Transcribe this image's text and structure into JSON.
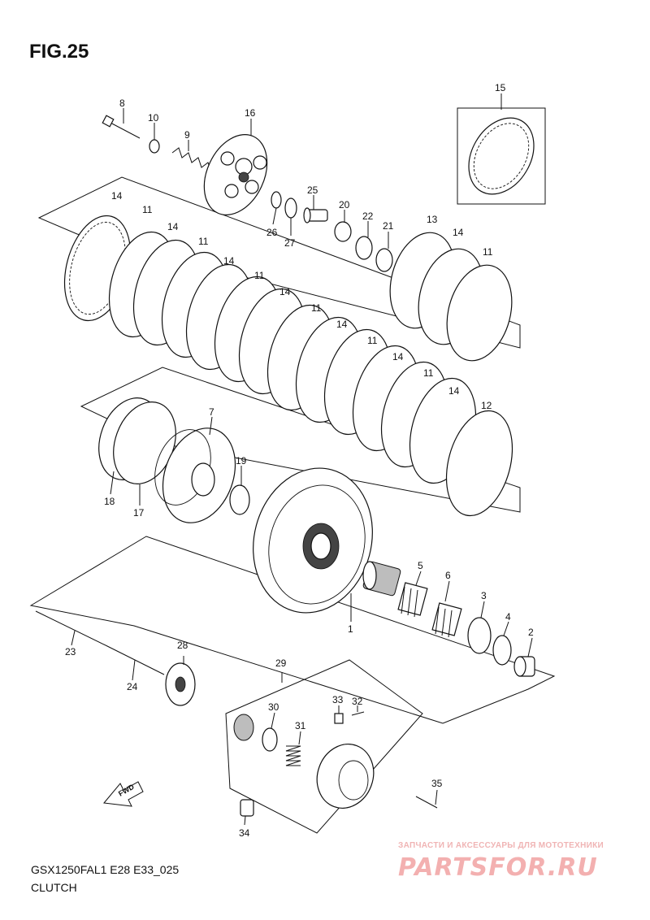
{
  "figure": {
    "title": "FIG.25",
    "model_code": "GSX1250FAL1 E28 E33_025",
    "section_name": "CLUTCH"
  },
  "callouts": [
    "1",
    "2",
    "3",
    "4",
    "5",
    "6",
    "7",
    "8",
    "9",
    "10",
    "11",
    "12",
    "13",
    "14",
    "15",
    "16",
    "17",
    "18",
    "19",
    "20",
    "21",
    "22",
    "23",
    "24",
    "25",
    "26",
    "27",
    "28",
    "29",
    "30",
    "31",
    "32",
    "33",
    "34",
    "35"
  ],
  "direction_marker": {
    "label": "FWD"
  },
  "watermark": {
    "tagline": "ЗАПЧАСТИ И АКСЕССУАРЫ ДЛЯ МОТОТЕХНИКИ",
    "logo": "PARTSFOR.RU"
  }
}
